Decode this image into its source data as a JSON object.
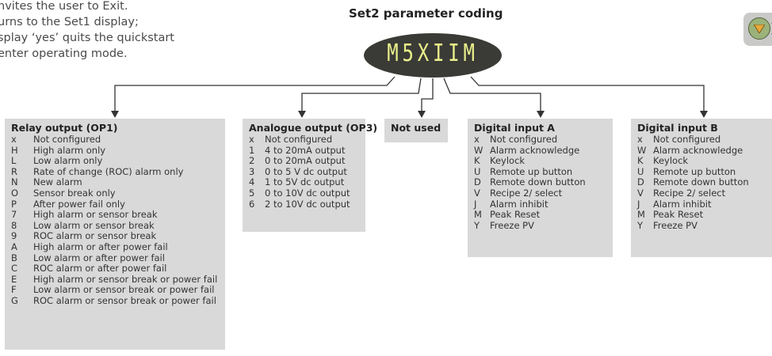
{
  "intro_lines": [
    "nvites the user to Exit.",
    "urns to the Set1 display;",
    "splay ‘yes’ quits the quickstart",
    "enter operating mode."
  ],
  "title": "Set2 parameter coding",
  "display_code": "M5XIIM",
  "corner_glyph": ")",
  "icons": {
    "corner_button": "down-arrow-button-icon"
  },
  "colors": {
    "box_bg": "#d9d9d9",
    "lcd_bg": "#3a3a36",
    "lcd_text": "#e9f08a"
  },
  "boxes": {
    "relay": {
      "title": "Relay output (OP1)",
      "items": [
        {
          "code": "x",
          "label": "Not configured"
        },
        {
          "code": "H",
          "label": "High alarm only"
        },
        {
          "code": "L",
          "label": "Low alarm only"
        },
        {
          "code": "R",
          "label": "Rate of change (ROC) alarm only"
        },
        {
          "code": "N",
          "label": "New alarm"
        },
        {
          "code": "O",
          "label": "Sensor break only"
        },
        {
          "code": "P",
          "label": "After power fail only"
        },
        {
          "code": "7",
          "label": "High alarm or sensor break"
        },
        {
          "code": "8",
          "label": "Low alarm or sensor break"
        },
        {
          "code": "9",
          "label": "ROC alarm or sensor break"
        },
        {
          "code": "A",
          "label": "High alarm or after power fail"
        },
        {
          "code": "B",
          "label": "Low alarm or after power fail"
        },
        {
          "code": "C",
          "label": "ROC alarm or after power fail"
        },
        {
          "code": "E",
          "label": "High alarm or sensor break or power fail"
        },
        {
          "code": "F",
          "label": "Low alarm or sensor break or power fail"
        },
        {
          "code": "G",
          "label": "ROC alarm or sensor break or power fail"
        }
      ]
    },
    "analogue": {
      "title": "Analogue output (OP3)",
      "items": [
        {
          "code": "x",
          "label": "Not configured"
        },
        {
          "code": "1",
          "label": "4 to 20mA output"
        },
        {
          "code": "2",
          "label": "0 to 20mA output"
        },
        {
          "code": "3",
          "label": "0 to 5 V dc output"
        },
        {
          "code": "4",
          "label": "1 to 5V dc output"
        },
        {
          "code": "5",
          "label": "0 to 10V dc output"
        },
        {
          "code": "6",
          "label": "2 to 10V dc output"
        }
      ]
    },
    "not_used": {
      "title": "Not used"
    },
    "digital_a": {
      "title": "Digital input A",
      "items": [
        {
          "code": "x",
          "label": "Not configured"
        },
        {
          "code": "W",
          "label": "Alarm acknowledge"
        },
        {
          "code": "K",
          "label": "Keylock"
        },
        {
          "code": "U",
          "label": "Remote up button"
        },
        {
          "code": "D",
          "label": "Remote down button"
        },
        {
          "code": "V",
          "label": "Recipe 2/ select"
        },
        {
          "code": "J",
          "label": "Alarm inhibit"
        },
        {
          "code": "M",
          "label": "Peak Reset"
        },
        {
          "code": "Y",
          "label": "Freeze PV"
        }
      ]
    },
    "digital_b": {
      "title": "Digital input B",
      "items": [
        {
          "code": "x",
          "label": "Not configured"
        },
        {
          "code": "W",
          "label": "Alarm acknowledge"
        },
        {
          "code": "K",
          "label": "Keylock"
        },
        {
          "code": "U",
          "label": "Remote up button"
        },
        {
          "code": "D",
          "label": "Remote down button"
        },
        {
          "code": "V",
          "label": "Recipe 2/ select"
        },
        {
          "code": "J",
          "label": "Alarm inhibit"
        },
        {
          "code": "M",
          "label": "Peak Reset"
        },
        {
          "code": "Y",
          "label": "Freeze PV"
        }
      ]
    }
  }
}
